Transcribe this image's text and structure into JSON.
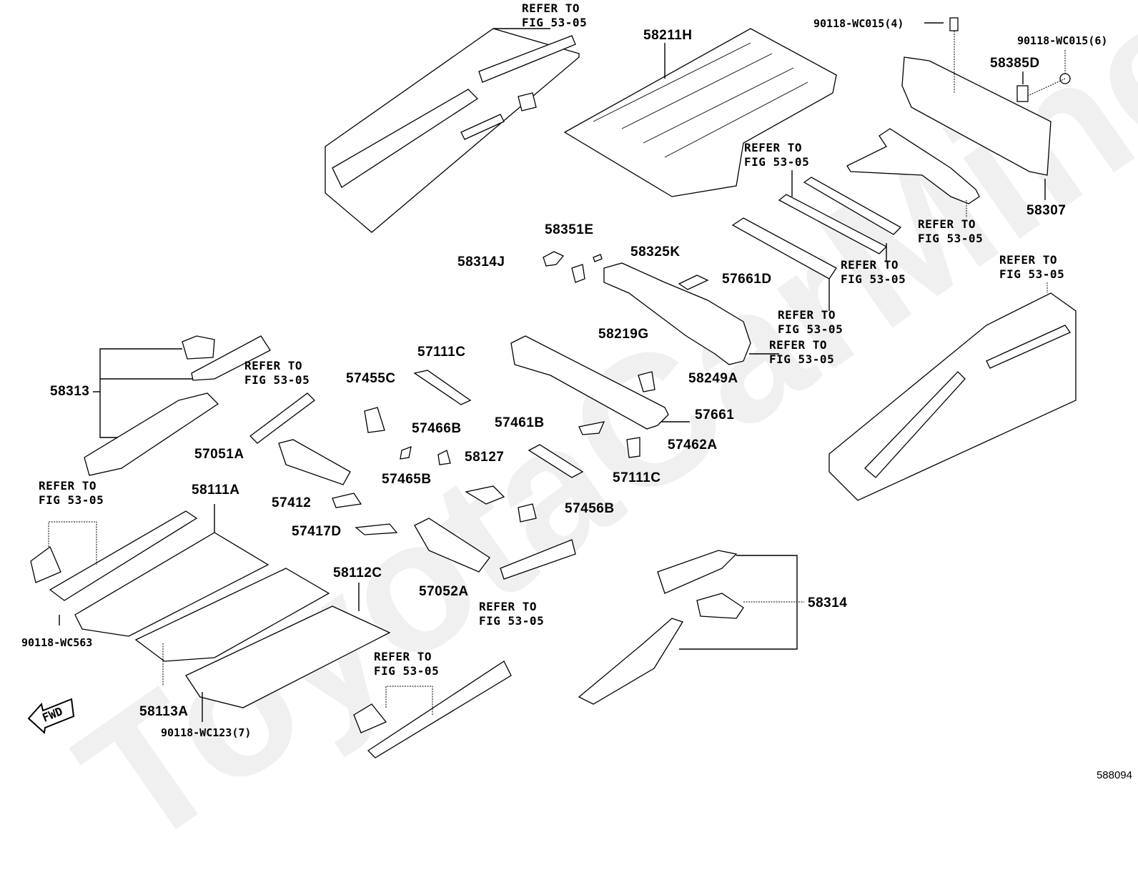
{
  "diagram": {
    "type": "exploded-parts-diagram",
    "figure_number": "588094",
    "watermark": "ToyotaCarMine",
    "direction_indicator": "FWD"
  },
  "labels": {
    "p58211H": "58211H",
    "p90118_WC015_4": "90118-WC015(4)",
    "p90118_WC015_6": "90118-WC015(6)",
    "p58385D": "58385D",
    "p58307": "58307",
    "p58351E": "58351E",
    "p58314J": "58314J",
    "p58325K": "58325K",
    "p57661D": "57661D",
    "p58219G": "58219G",
    "p58249A": "58249A",
    "p57661": "57661",
    "p57462A": "57462A",
    "p57461B": "57461B",
    "p57111C_a": "57111C",
    "p57111C_b": "57111C",
    "p57455C": "57455C",
    "p57466B": "57466B",
    "p57465B": "57465B",
    "p58127": "58127",
    "p57456B": "57456B",
    "p57051A": "57051A",
    "p57412": "57412",
    "p57417D": "57417D",
    "p57052A": "57052A",
    "p58313": "58313",
    "p58111A": "58111A",
    "p58112C": "58112C",
    "p58113A": "58113A",
    "p90118_WC563": "90118-WC563",
    "p90118_WC123_7": "90118-WC123(7)",
    "p58314": "58314"
  },
  "refer_text": "REFER TO\nFIG 53-05",
  "refer_labels": [
    "REFER TO\nFIG 53-05",
    "REFER TO\nFIG 53-05",
    "REFER TO\nFIG 53-05",
    "REFER TO\nFIG 53-05",
    "REFER TO\nFIG 53-05",
    "REFER TO\nFIG 53-05",
    "REFER TO\nFIG 53-05",
    "REFER TO\nFIG 53-05",
    "REFER TO\nFIG 53-05",
    "REFER TO\nFIG 53-05",
    "REFER TO\nFIG 53-05"
  ]
}
